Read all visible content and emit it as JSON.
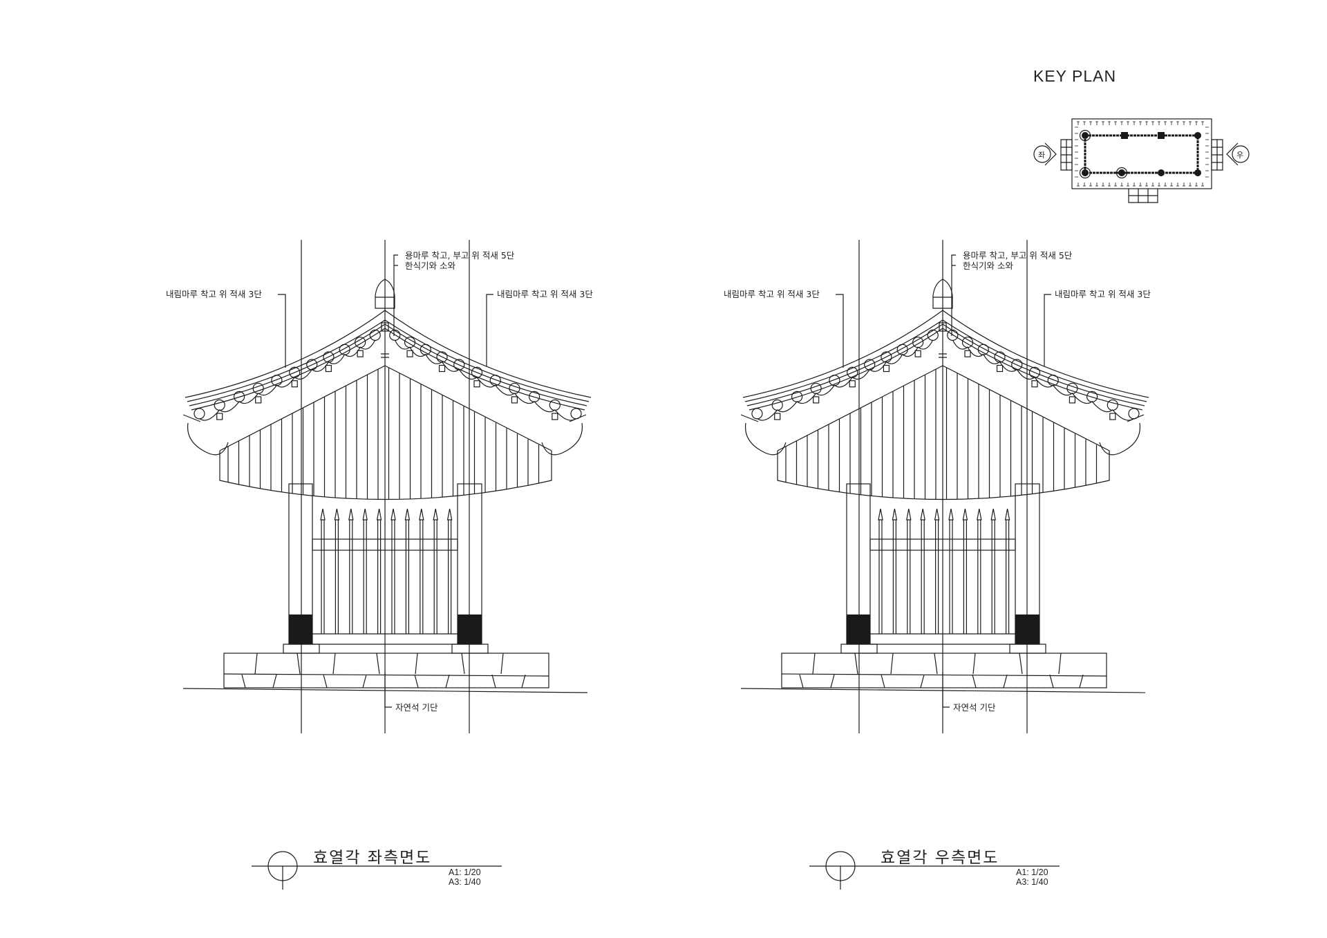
{
  "key_plan": {
    "title": "KEY PLAN",
    "left_marker": "좌",
    "right_marker": "우"
  },
  "elevations": [
    {
      "title": "효열각 좌측면도",
      "scale_a1": "A1: 1/20",
      "scale_a3": "A3: 1/40",
      "notes": {
        "ridge": "용마루 착고, 부고 위 적새 5단",
        "tile": "한식기와 소와",
        "hip_left": "내림마루 착고 위 적새 3단",
        "hip_right": "내림마루 착고 위 적새 3단",
        "base": "자연석 기단"
      }
    },
    {
      "title": "효열각 우측면도",
      "scale_a1": "A1: 1/20",
      "scale_a3": "A3: 1/40",
      "notes": {
        "ridge": "용마루 착고, 부고 위 적새 5단",
        "tile": "한식기와 소와",
        "hip_left": "내림마루 착고 위 적새 3단",
        "hip_right": "내림마루 착고 위 적새 3단",
        "base": "자연석 기단"
      }
    }
  ]
}
